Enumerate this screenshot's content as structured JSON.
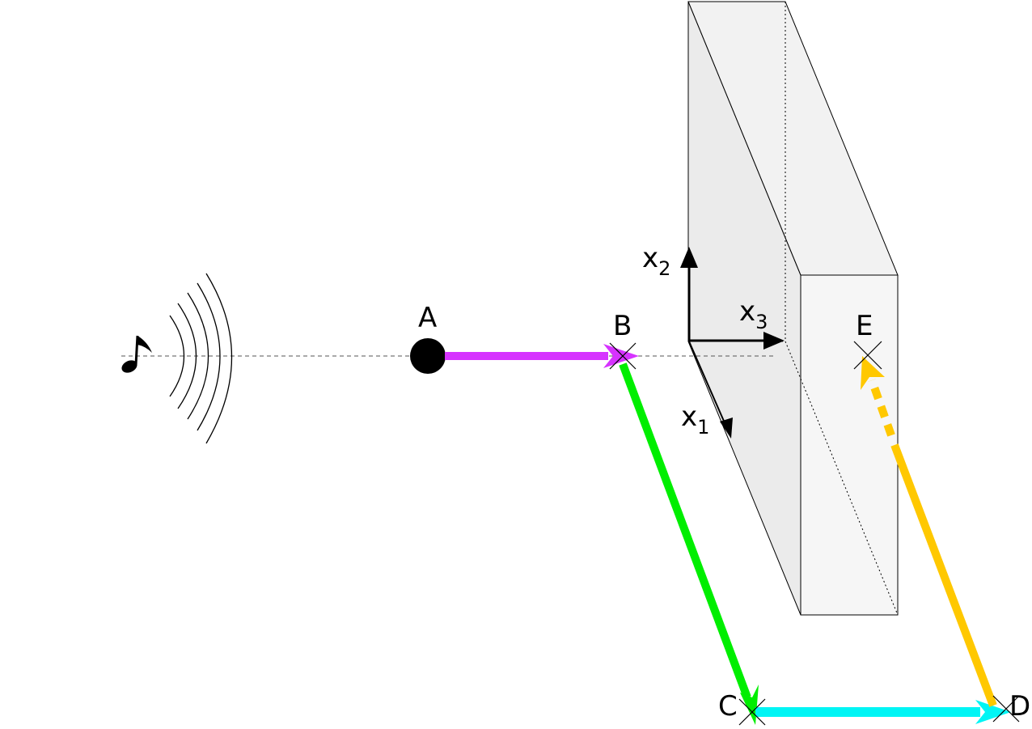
{
  "points": {
    "A": "A",
    "B": "B",
    "C": "C",
    "D": "D",
    "E": "E"
  },
  "axes": {
    "x1": {
      "base": "x",
      "sub": "1"
    },
    "x2": {
      "base": "x",
      "sub": "2"
    },
    "x3": {
      "base": "x",
      "sub": "3"
    }
  },
  "sound_source": {
    "icon": "music-note-icon",
    "glyph": "♪"
  },
  "colors": {
    "path_ab": "#d633ff",
    "path_bc": "#00ee00",
    "path_cd": "#00f5f5",
    "path_de": "#ffc800",
    "slab_front": "#f6f6f6",
    "slab_side": "#ebebeb",
    "outline": "#000000"
  }
}
